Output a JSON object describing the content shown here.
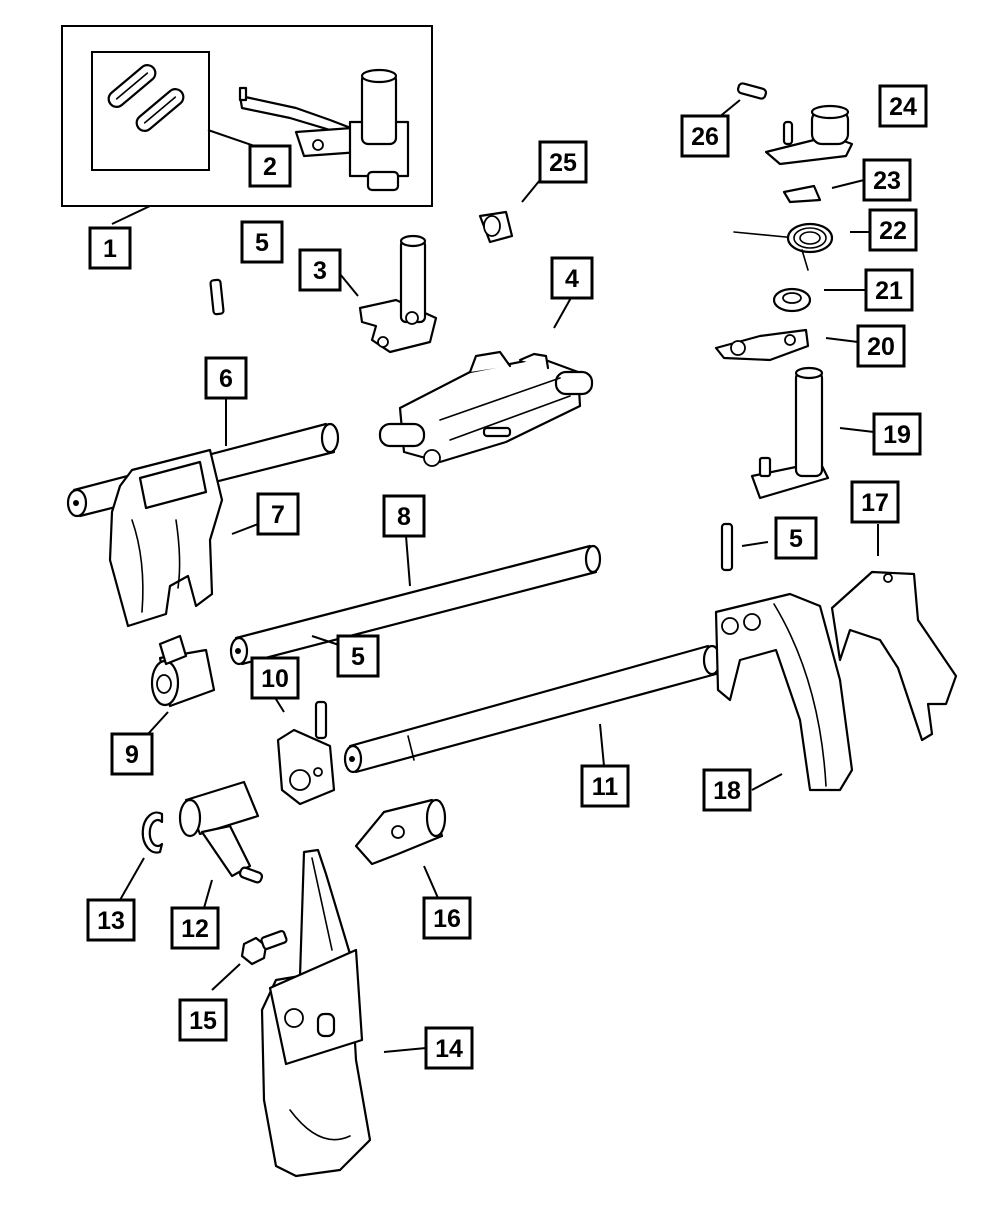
{
  "callouts": {
    "c1": "1",
    "c2": "2",
    "c3": "3",
    "c4": "4",
    "c5a": "5",
    "c5b": "5",
    "c5c": "5",
    "c6": "6",
    "c7": "7",
    "c8": "8",
    "c9": "9",
    "c10": "10",
    "c11": "11",
    "c12": "12",
    "c13": "13",
    "c14": "14",
    "c15": "15",
    "c16": "16",
    "c17": "17",
    "c18": "18",
    "c19": "19",
    "c20": "20",
    "c21": "21",
    "c22": "22",
    "c23": "23",
    "c24": "24",
    "c25": "25",
    "c26": "26"
  },
  "colors": {
    "line": "#000000",
    "background": "#ffffff"
  }
}
